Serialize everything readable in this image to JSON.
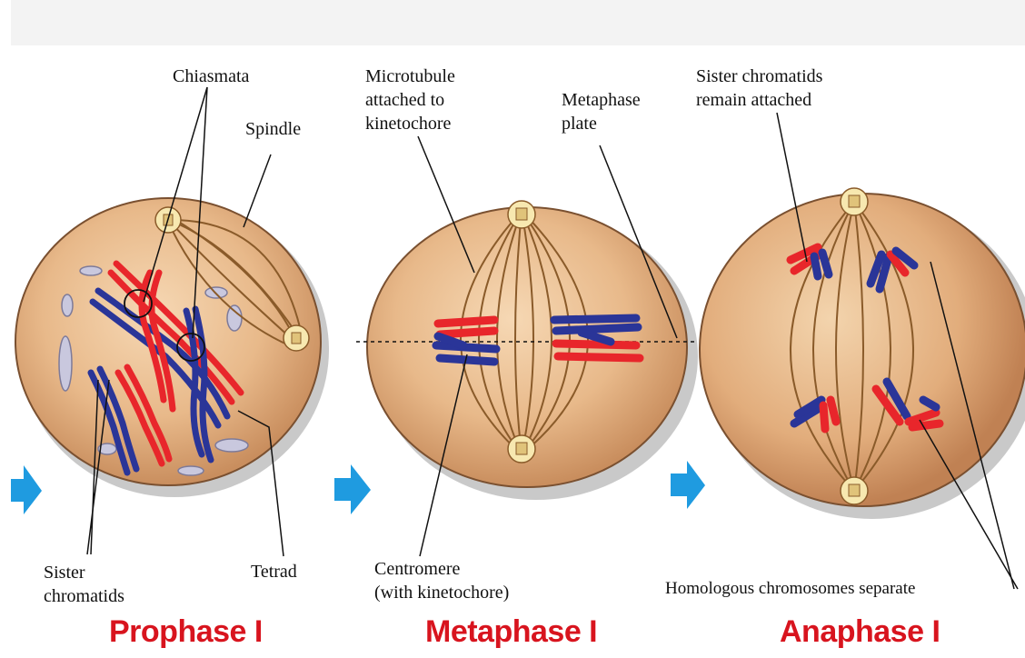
{
  "labels": {
    "chiasmata": "Chiasmata",
    "spindle": "Spindle",
    "sister_chromatids_1": "Sister",
    "sister_chromatids_2": "chromatids",
    "tetrad": "Tetrad",
    "microtubule_1": "Microtubule",
    "microtubule_2": "attached to",
    "microtubule_3": "kinetochore",
    "metaphase_plate_1": "Metaphase",
    "metaphase_plate_2": "plate",
    "centromere_1": "Centromere",
    "centromere_2": "(with kinetochore)",
    "sister_attached_1": "Sister chromatids",
    "sister_attached_2": "remain attached",
    "homologous": "Homologous chromosomes separate"
  },
  "stages": [
    "Prophase I",
    "Metaphase I",
    "Anaphase I"
  ],
  "colors": {
    "maternal": "#e8262b",
    "paternal": "#2a3598",
    "cell_fill": "#e8b98a",
    "arrow": "#1f9be0",
    "stage_title": "#d8141e"
  },
  "icons": [
    "right-arrow-icon",
    "right-arrow-icon",
    "right-arrow-icon"
  ]
}
